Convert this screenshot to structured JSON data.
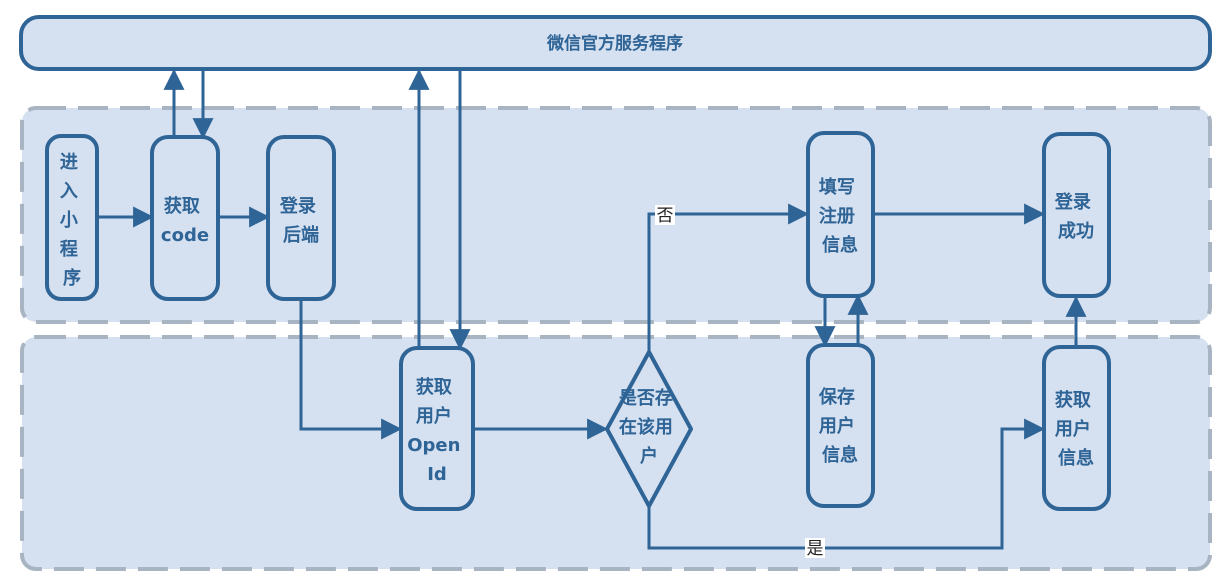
{
  "header": {
    "title": "微信官方服务程序"
  },
  "nodes": {
    "enter_mini_program": [
      "进",
      "入",
      "小",
      "程",
      "序"
    ],
    "get_code": [
      "获取",
      "code"
    ],
    "login_backend": [
      "登录",
      "后端"
    ],
    "get_openid": [
      "获取",
      "用户",
      "Open",
      "Id"
    ],
    "user_exists": [
      "是否存",
      "在该用",
      "户"
    ],
    "fill_register": [
      "填写",
      "注册",
      "信息"
    ],
    "save_user": [
      "保存",
      "用户",
      "信息"
    ],
    "get_user_info": [
      "获取",
      "用户",
      "信息"
    ],
    "login_success": [
      "登录",
      "成功"
    ]
  },
  "edges": {
    "no_label": "否",
    "yes_label": "是"
  },
  "colors": {
    "node_fill": "#d5e0f0",
    "node_stroke": "#2f6496",
    "lane_fill": "#d5e0f0",
    "lane_stroke": "#a9b4c2",
    "text": "#2f6496"
  }
}
